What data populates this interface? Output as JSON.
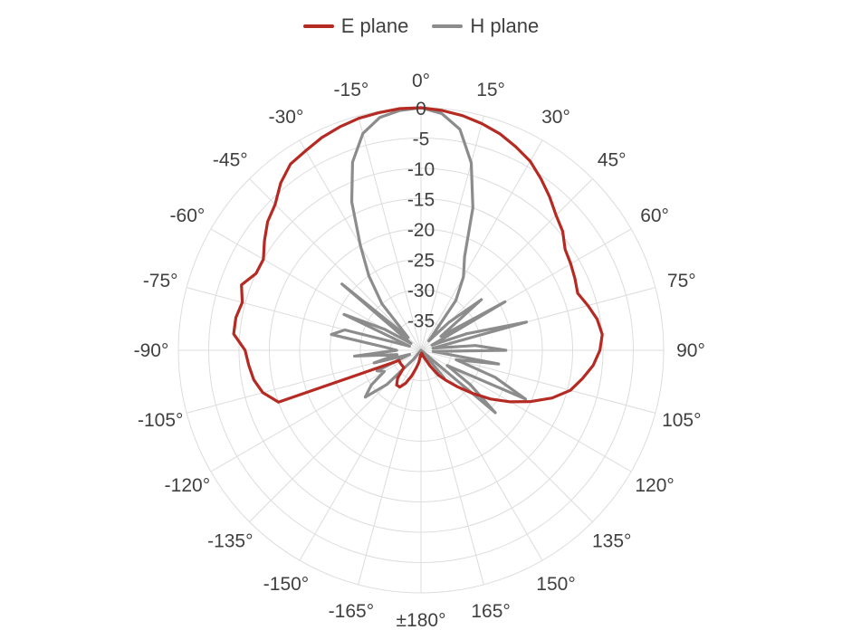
{
  "chart_data": {
    "type": "polar-line",
    "title": "",
    "radial_axis": {
      "unit": "",
      "min": -40,
      "max": 0,
      "ticks": [
        0,
        -5,
        -10,
        -15,
        -20,
        -25,
        -30,
        -35
      ],
      "tick_labels": [
        "0",
        "-5",
        "-10",
        "-15",
        "-20",
        "-25",
        "-30",
        "-35"
      ],
      "grid": true
    },
    "angular_axis": {
      "zero_at": "top",
      "direction": "clockwise",
      "labels": [
        {
          "angle": 0,
          "text": "0°"
        },
        {
          "angle": 15,
          "text": "15°"
        },
        {
          "angle": 30,
          "text": "30°"
        },
        {
          "angle": 45,
          "text": "45°"
        },
        {
          "angle": 60,
          "text": "60°"
        },
        {
          "angle": 75,
          "text": "75°"
        },
        {
          "angle": 90,
          "text": "90°"
        },
        {
          "angle": 105,
          "text": "105°"
        },
        {
          "angle": 120,
          "text": "120°"
        },
        {
          "angle": 135,
          "text": "135°"
        },
        {
          "angle": 150,
          "text": "150°"
        },
        {
          "angle": 165,
          "text": "165°"
        },
        {
          "angle": 180,
          "text": "±180°"
        },
        {
          "angle": -165,
          "text": "-165°"
        },
        {
          "angle": -150,
          "text": "-150°"
        },
        {
          "angle": -135,
          "text": "-135°"
        },
        {
          "angle": -120,
          "text": "-120°"
        },
        {
          "angle": -105,
          "text": "-105°"
        },
        {
          "angle": -90,
          "text": "-90°"
        },
        {
          "angle": -75,
          "text": "-75°"
        },
        {
          "angle": -60,
          "text": "-60°"
        },
        {
          "angle": -45,
          "text": "-45°"
        },
        {
          "angle": -30,
          "text": "-30°"
        },
        {
          "angle": -15,
          "text": "-15°"
        }
      ],
      "grid": true
    },
    "legend": {
      "position": "top-center"
    },
    "series": [
      {
        "name": "E plane",
        "color": "#b52a22",
        "angles": [
          0,
          5,
          10,
          15,
          20,
          25,
          30,
          35,
          40,
          45,
          50,
          55,
          60,
          65,
          70,
          75,
          80,
          85,
          90,
          95,
          100,
          105,
          110,
          115,
          120,
          125,
          130,
          135,
          140,
          145,
          150,
          155,
          160,
          165,
          170,
          175,
          180,
          -175,
          -170,
          -165,
          -160,
          -155,
          -150,
          -145,
          -140,
          -135,
          -130,
          -125,
          -120,
          -115,
          -110,
          -105,
          -100,
          -95,
          -90,
          -85,
          -80,
          -75,
          -70,
          -65,
          -60,
          -55,
          -50,
          -45,
          -40,
          -35,
          -30,
          -25,
          -20,
          -15,
          -10,
          -5
        ],
        "values": [
          0,
          -0.3,
          -0.7,
          -1.3,
          -2,
          -3,
          -4,
          -5.5,
          -7,
          -8.5,
          -9.5,
          -11,
          -11.5,
          -12,
          -12.5,
          -11.5,
          -10.5,
          -10,
          -10.5,
          -11.5,
          -13,
          -14.5,
          -17,
          -20,
          -23,
          -26,
          -29,
          -31.5,
          -33.5,
          -35,
          -37,
          -38.5,
          -39,
          -39.5,
          -39.5,
          -39.2,
          -39,
          -39.2,
          -38,
          -37,
          -35.5,
          -34,
          -33,
          -33,
          -34,
          -36,
          -36,
          -36,
          -36,
          -36,
          -15,
          -13,
          -12,
          -11.5,
          -11,
          -9,
          -9,
          -9.5,
          -8.5,
          -10,
          -10,
          -8.5,
          -7,
          -6,
          -4,
          -2.5,
          -2,
          -1.3,
          -0.8,
          -0.4,
          -0.2,
          0
        ]
      },
      {
        "name": "H plane",
        "color": "#8c8c8c",
        "angles": [
          0,
          5,
          10,
          15,
          20,
          25,
          30,
          35,
          40,
          45,
          50,
          55,
          60,
          65,
          70,
          75,
          80,
          85,
          90,
          95,
          100,
          105,
          110,
          115,
          120,
          125,
          130,
          135,
          140,
          145,
          150,
          155,
          160,
          165,
          170,
          175,
          180,
          -175,
          -170,
          -165,
          -160,
          -155,
          -150,
          -145,
          -140,
          -135,
          -130,
          -125,
          -120,
          -115,
          -110,
          -105,
          -100,
          -95,
          -90,
          -85,
          -80,
          -75,
          -70,
          -65,
          -60,
          -55,
          -50,
          -45,
          -40,
          -35,
          -30,
          -25,
          -20,
          -15,
          -10,
          -5
        ],
        "values": [
          0,
          -0.8,
          -3,
          -8,
          -15,
          -23,
          -26,
          -30,
          -38,
          -33.5,
          -27,
          -36,
          -24,
          -38,
          -32,
          -22,
          -38,
          -31,
          -26,
          -38,
          -27,
          -34,
          -27,
          -21,
          -35,
          -30,
          -24,
          -40,
          -34,
          -40,
          -40,
          -40,
          -40,
          -40,
          -40,
          -40,
          -40,
          -40,
          -40,
          -40,
          -40,
          -40,
          -40,
          -40,
          -38,
          -32,
          -28,
          -30,
          -33,
          -32,
          -38,
          -32,
          -36,
          -29,
          -36,
          -34,
          -25,
          -27,
          -38,
          -26,
          -33,
          -38,
          -23,
          -37,
          -30,
          -25,
          -20,
          -13,
          -7,
          -3,
          -1,
          -0.3
        ]
      }
    ]
  }
}
